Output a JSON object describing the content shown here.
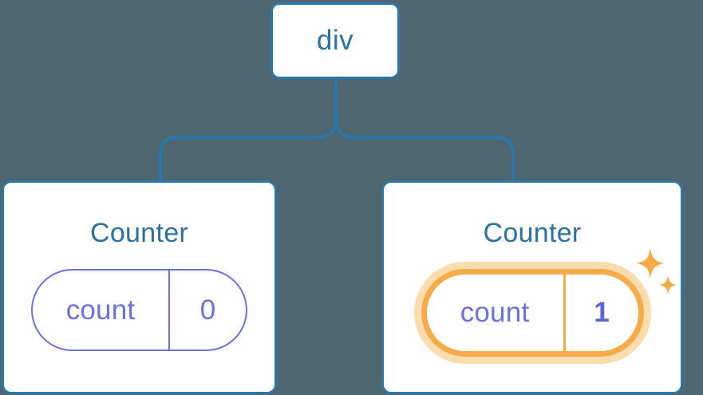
{
  "diagram": {
    "type": "component-tree",
    "background_color": "#4d6670",
    "node_border_color": "#2a78aa",
    "node_text_color": "#2c72a0",
    "state_color": "#6b72dd",
    "highlight_color": "#f5ab47",
    "highlight_glow_color": "#fbdcad",
    "root": {
      "label": "div"
    },
    "children": [
      {
        "title": "Counter",
        "state": {
          "key": "count",
          "value": "0"
        },
        "highlighted": false,
        "sparkles": false
      },
      {
        "title": "Counter",
        "state": {
          "key": "count",
          "value": "1"
        },
        "highlighted": true,
        "sparkles": true
      }
    ]
  }
}
